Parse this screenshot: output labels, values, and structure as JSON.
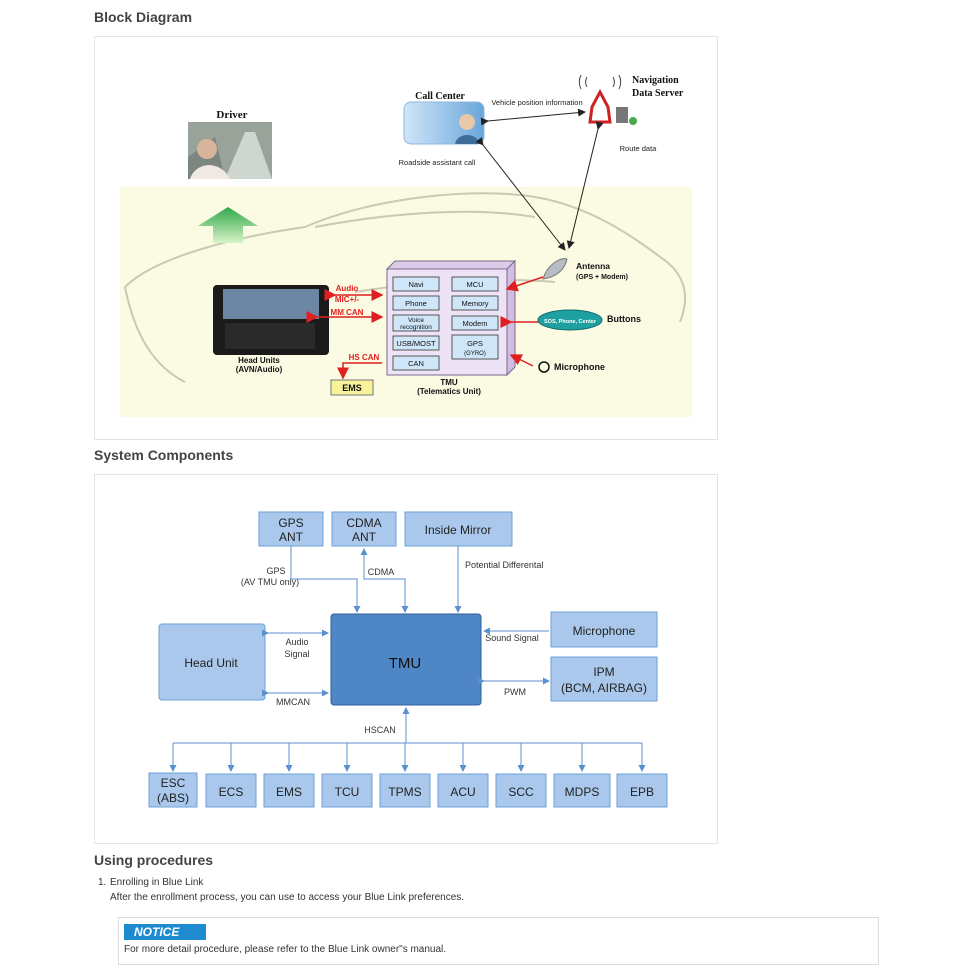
{
  "sections": {
    "block_diagram": "Block Diagram",
    "system_components": "System Components",
    "using_procedures": "Using procedures"
  },
  "block_diagram": {
    "driver": "Driver",
    "call_center": "Call Center",
    "vehicle_position_info": "Vehicle position information",
    "nav_server_line1": "Navigation",
    "nav_server_line2": "Data Server",
    "roadside_call": "Roadside assistant call",
    "route_data": "Route data",
    "audio_label_1": "Audio",
    "audio_label_2": "MIC+/-",
    "audio_label_3": "MM CAN",
    "hs_can": "HS CAN",
    "ems": "EMS",
    "head_units_1": "Head Units",
    "head_units_2": "(AVN/Audio)",
    "tmu_modules": {
      "navi": "Navi",
      "mcu": "MCU",
      "phone": "Phone",
      "memory": "Memory",
      "voice_1": "Voice",
      "voice_2": "recognition",
      "modem": "Modem",
      "usb_most": "USB/MOST",
      "gps_1": "GPS",
      "gps_2": "(GYRO)",
      "can": "CAN"
    },
    "tmu_1": "TMU",
    "tmu_2": "(Telematics Unit)",
    "antenna_1": "Antenna",
    "antenna_2": "(GPS + Modem)",
    "buttons_pill": "SOS, Phone, Center",
    "buttons": "Buttons",
    "microphone": "Microphone"
  },
  "system_components": {
    "gps_ant_1": "GPS",
    "gps_ant_2": "ANT",
    "cdma_ant_1": "CDMA",
    "cdma_ant_2": "ANT",
    "inside_mirror": "Inside Mirror",
    "gps_line_1": "GPS",
    "gps_line_2": "(AV TMU only)",
    "cdma_line": "CDMA",
    "potential_diff": "Potential Differental",
    "head_unit": "Head Unit",
    "audio_signal_1": "Audio",
    "audio_signal_2": "Signal",
    "mmcan": "MMCAN",
    "tmu": "TMU",
    "sound_signal": "Sound Signal",
    "microphone": "Microphone",
    "ipm_1": "IPM",
    "ipm_2": "(BCM, AIRBAG)",
    "pwm": "PWM",
    "hscan": "HSCAN",
    "esc_1": "ESC",
    "esc_2": "(ABS)",
    "modules": [
      "ECS",
      "EMS",
      "TCU",
      "TPMS",
      "ACU",
      "SCC",
      "MDPS",
      "EPB"
    ]
  },
  "procedures": {
    "step_number": "1.",
    "step_title": "Enrolling in Blue Link",
    "step_text": "After the enrollment process, you can use to access your Blue Link preferences."
  },
  "notice": {
    "badge": "NOTICE",
    "text": "For more detail procedure, please refer to the Blue Link owner\"s manual."
  },
  "colors": {
    "sc_box_fill": "#a9c8ec",
    "sc_box_stroke": "#6c9fd6",
    "tmu_fill": "#4f86c6",
    "arrow_blue": "#5b8fd0",
    "can_red": "#e02020",
    "notice_blue": "#1e8bd1"
  }
}
